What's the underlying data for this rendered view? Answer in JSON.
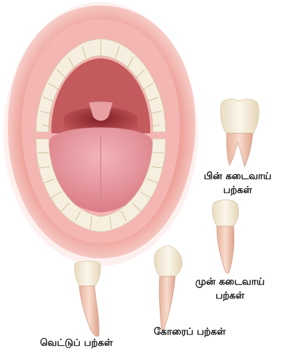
{
  "figure": {
    "mouth": {
      "description": "open-mouth",
      "lip_color": "#e8877f",
      "gum_color": "#f0a6a6",
      "tongue_color": "#ec9aa1",
      "throat_color": "#9a3a3e"
    },
    "labels": {
      "molars_line1": "பின் கடைவாய்",
      "molars_line2": "பற்கள்",
      "premolars_line1": "முன் கடைவாய்",
      "premolars_line2": "பற்கள்",
      "canine": "கோரைப் பற்கள்",
      "incisor": "வெட்டுப் பற்கள்"
    },
    "tooth_color": "#f4ecd8",
    "root_color": "#f2c9b6"
  }
}
